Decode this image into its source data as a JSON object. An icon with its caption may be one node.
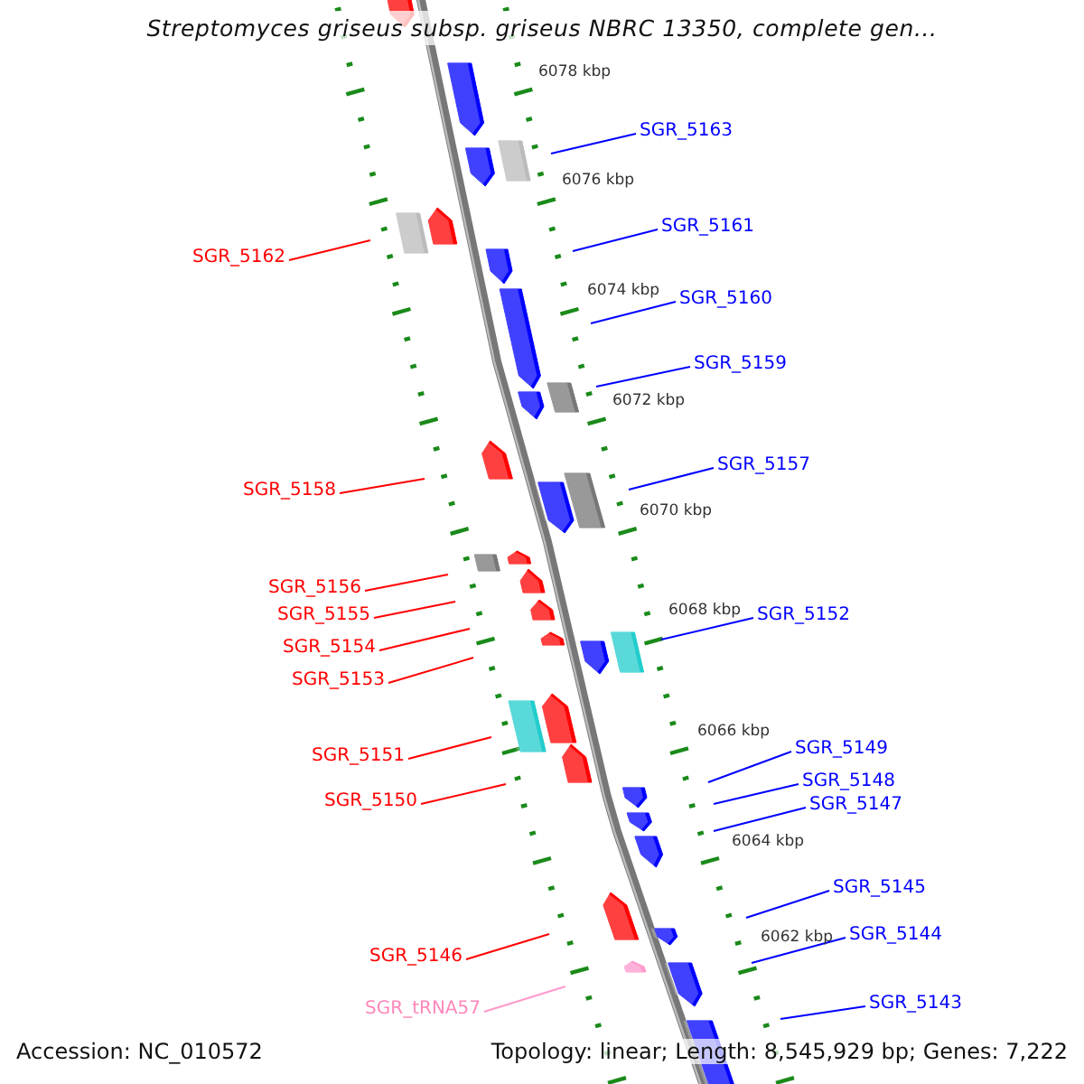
{
  "diagram": {
    "title": "Streptomyces griseus subsp. griseus NBRC 13350, complete gen...",
    "nodes": [
      {
        "text": [
          "SGR_5163"
        ]
      },
      {
        "text": [
          "SGR_5161"
        ]
      },
      {
        "text": [
          "SGR_5162"
        ]
      },
      {
        "text": [
          "SGR_5160"
        ]
      },
      {
        "text": [
          "SGR_5159"
        ]
      },
      {
        "text": [
          "SGR_5157"
        ]
      },
      {
        "text": [
          "SGR_5158"
        ]
      },
      {
        "text": [
          "SGR_5156"
        ]
      },
      {
        "text": [
          "SGR_5155"
        ]
      },
      {
        "text": [
          "SGR_5152"
        ]
      },
      {
        "text": [
          "SGR_5154"
        ]
      },
      {
        "text": [
          "SGR_5153"
        ]
      },
      {
        "text": [
          "SGR_5149"
        ]
      },
      {
        "text": [
          "SGR_5151"
        ]
      },
      {
        "text": [
          "SGR_5148"
        ]
      },
      {
        "text": [
          "SGR_5150"
        ]
      },
      {
        "text": [
          "SGR_5147"
        ]
      },
      {
        "text": [
          "SGR_5145"
        ]
      },
      {
        "text": [
          "SGR_5144"
        ]
      },
      {
        "text": [
          "SGR_5146"
        ]
      },
      {
        "text": [
          "SGR_5143"
        ]
      },
      {
        "text": [
          "SGR_tRNA57"
        ]
      }
    ],
    "edges": [
      {
        "from": 0,
        "to": null,
        "arrow": "none"
      },
      {
        "from": 1,
        "to": null,
        "arrow": "none"
      },
      {
        "from": 2,
        "to": null,
        "arrow": "none",
        "color": "#ff0000"
      },
      {
        "from": 3,
        "to": null,
        "arrow": "none"
      },
      {
        "from": 4,
        "to": null,
        "arrow": "none"
      },
      {
        "from": 5,
        "to": null,
        "arrow": "none"
      },
      {
        "from": 6,
        "to": null,
        "arrow": "none",
        "color": "#ff0000"
      },
      {
        "from": 7,
        "to": null,
        "arrow": "none",
        "color": "#ff0000"
      },
      {
        "from": 8,
        "to": null,
        "arrow": "none",
        "color": "#ff0000"
      },
      {
        "from": 9,
        "to": null,
        "arrow": "none"
      },
      {
        "from": 10,
        "to": null,
        "arrow": "none",
        "color": "#ff0000"
      },
      {
        "from": 11,
        "to": null,
        "arrow": "none",
        "color": "#ff0000"
      },
      {
        "from": 12,
        "to": null,
        "arrow": "none"
      },
      {
        "from": 13,
        "to": null,
        "arrow": "none",
        "color": "#ff0000"
      },
      {
        "from": 14,
        "to": null,
        "arrow": "none"
      },
      {
        "from": 15,
        "to": null,
        "arrow": "none",
        "color": "#ff0000"
      },
      {
        "from": 16,
        "to": null,
        "arrow": "none"
      },
      {
        "from": 17,
        "to": null,
        "arrow": "none"
      },
      {
        "from": 18,
        "to": null,
        "arrow": "none"
      },
      {
        "from": 19,
        "to": null,
        "arrow": "none",
        "color": "#ff0000"
      },
      {
        "from": 20,
        "to": null,
        "arrow": "none"
      },
      {
        "from": 21,
        "to": null,
        "arrow": "none",
        "color": "#ff99cc"
      }
    ],
    "labels": [
      "6078 kbp",
      "6076 kbp",
      "6074 kbp",
      "6072 kbp",
      "6070 kbp",
      "6068 kbp",
      "6066 kbp",
      "6064 kbp",
      "6062 kbp",
      "Accession: NC_010572",
      "Topology: linear; Length: 8,545,929 bp; Genes: 7,222"
    ]
  }
}
